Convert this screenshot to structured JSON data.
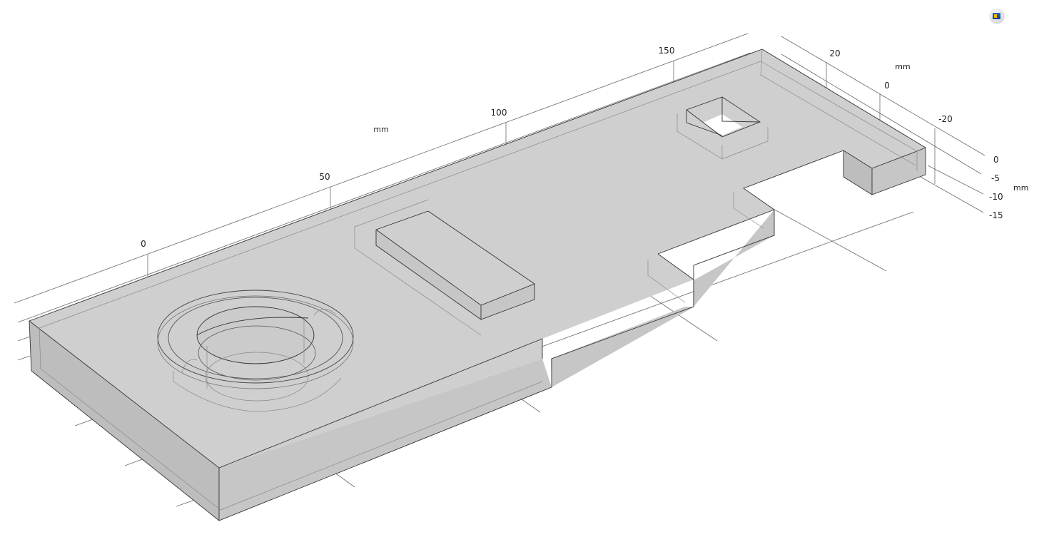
{
  "toolbar": {
    "logo_icon": "comsol-logo-icon"
  },
  "axes": {
    "x": {
      "ticks": [
        "0",
        "50",
        "100",
        "150"
      ],
      "unit": "mm"
    },
    "y": {
      "ticks": [
        "20",
        "0",
        "-20"
      ],
      "unit": "mm"
    },
    "z": {
      "ticks": [
        "0",
        "-5",
        "-10",
        "-15"
      ],
      "unit": "mm"
    }
  },
  "colors": {
    "body_fill": "#cfcfcf",
    "edge": "#333333",
    "axis": "#6a6a6a"
  }
}
